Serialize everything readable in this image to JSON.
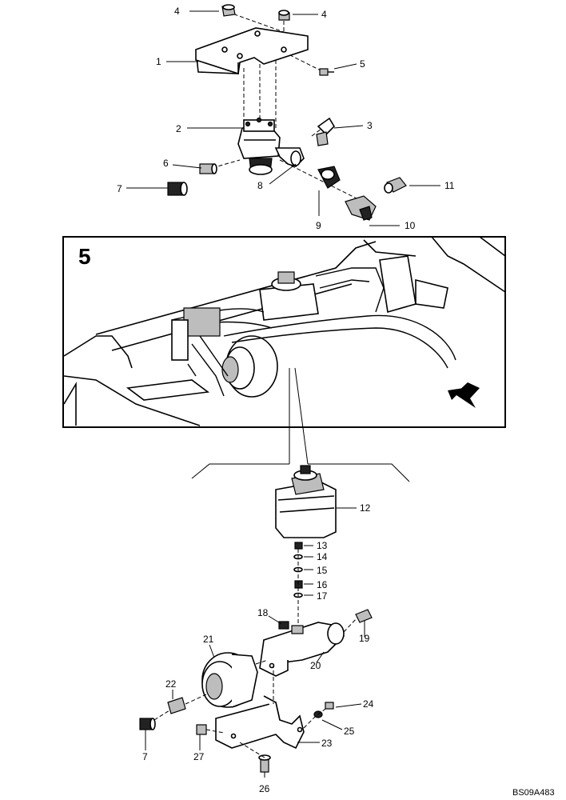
{
  "inset": {
    "label": "5"
  },
  "reference_code": "BS09A483",
  "callouts": {
    "c1": "1",
    "c2": "2",
    "c3": "3",
    "c4a": "4",
    "c4b": "4",
    "c5": "5",
    "c6": "6",
    "c7a": "7",
    "c7b": "7",
    "c8": "8",
    "c9": "9",
    "c10": "10",
    "c11": "11",
    "c12": "12",
    "c13": "13",
    "c14": "14",
    "c15": "15",
    "c16": "16",
    "c17": "17",
    "c18": "18",
    "c19": "19",
    "c20": "20",
    "c21": "21",
    "c22": "22",
    "c23": "23",
    "c24": "24",
    "c25": "25",
    "c26": "26",
    "c27": "27"
  }
}
